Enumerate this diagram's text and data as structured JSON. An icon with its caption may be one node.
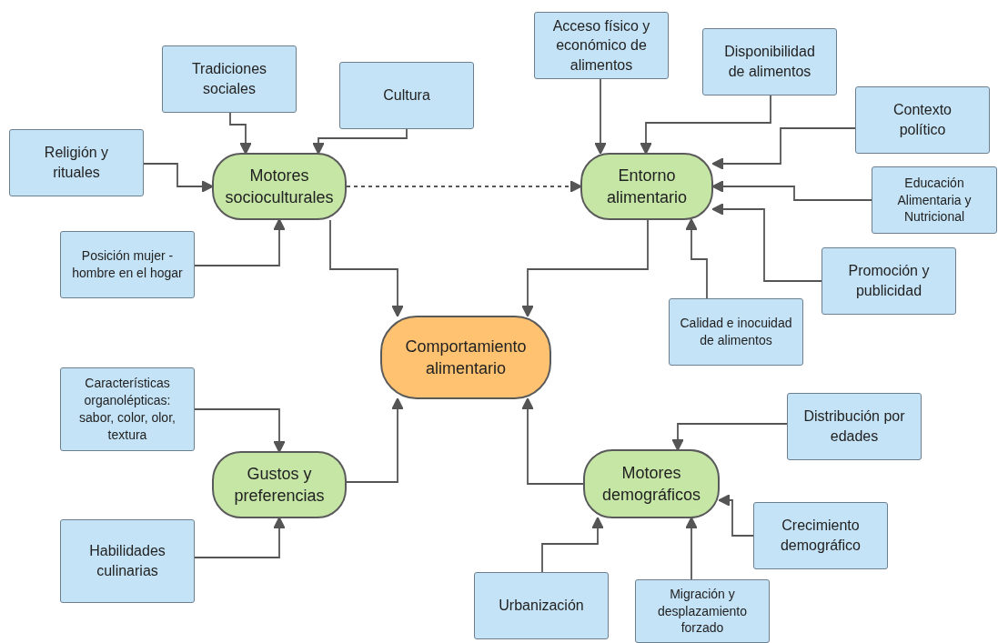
{
  "diagram": {
    "nodes": [
      {
        "text": [
          "Motores socioculturales"
        ]
      },
      {
        "text": [
          "Entorno alimentario"
        ]
      },
      {
        "text": [
          "Comportamiento alimentario"
        ]
      },
      {
        "text": [
          "Gustos y preferencias"
        ]
      },
      {
        "text": [
          "Motores demográficos"
        ]
      },
      {
        "text": [
          "Tradiciones sociales"
        ]
      },
      {
        "text": [
          "Cultura"
        ]
      },
      {
        "text": [
          "Religión y rituales"
        ]
      },
      {
        "text": [
          "Posición mujer - hombre en el hogar"
        ]
      },
      {
        "text": [
          "Acceso físico y económico de alimentos"
        ]
      },
      {
        "text": [
          "Disponibilidad de alimentos"
        ]
      },
      {
        "text": [
          "Contexto político"
        ]
      },
      {
        "text": [
          "Educación Alimentaria y Nutricional"
        ]
      },
      {
        "text": [
          "Promoción y publicidad"
        ]
      },
      {
        "text": [
          "Calidad e inocuidad de alimentos"
        ]
      },
      {
        "text": [
          "Características organolépticas: sabor, color, olor, textura"
        ]
      },
      {
        "text": [
          "Habilidades culinarias"
        ]
      },
      {
        "text": [
          "Distribución por edades"
        ]
      },
      {
        "text": [
          "Crecimiento demográfico"
        ]
      },
      {
        "text": [
          "Urbanización"
        ]
      },
      {
        "text": [
          "Migración y desplazamiento forzado"
        ]
      }
    ],
    "edges": [
      {
        "from": 5,
        "to": 0,
        "arrow": "to"
      },
      {
        "from": 6,
        "to": 0,
        "arrow": "to"
      },
      {
        "from": 7,
        "to": 0,
        "arrow": "to"
      },
      {
        "from": 8,
        "to": 0,
        "arrow": "to"
      },
      {
        "from": 0,
        "to": 1,
        "arrow": "to",
        "style": "dashed"
      },
      {
        "from": 0,
        "to": 2,
        "arrow": "to"
      },
      {
        "from": 1,
        "to": 2,
        "arrow": "to"
      },
      {
        "from": 9,
        "to": 1,
        "arrow": "to"
      },
      {
        "from": 10,
        "to": 1,
        "arrow": "to"
      },
      {
        "from": 11,
        "to": 1,
        "arrow": "to"
      },
      {
        "from": 12,
        "to": 1,
        "arrow": "to"
      },
      {
        "from": 13,
        "to": 1,
        "arrow": "to"
      },
      {
        "from": 14,
        "to": 1,
        "arrow": "to"
      },
      {
        "from": 15,
        "to": 3,
        "arrow": "to"
      },
      {
        "from": 16,
        "to": 3,
        "arrow": "to"
      },
      {
        "from": 3,
        "to": 2,
        "arrow": "to"
      },
      {
        "from": 4,
        "to": 2,
        "arrow": "to"
      },
      {
        "from": 17,
        "to": 4,
        "arrow": "to"
      },
      {
        "from": 18,
        "to": 4,
        "arrow": "to"
      },
      {
        "from": 19,
        "to": 4,
        "arrow": "to"
      },
      {
        "from": 20,
        "to": 4,
        "arrow": "to"
      }
    ]
  }
}
